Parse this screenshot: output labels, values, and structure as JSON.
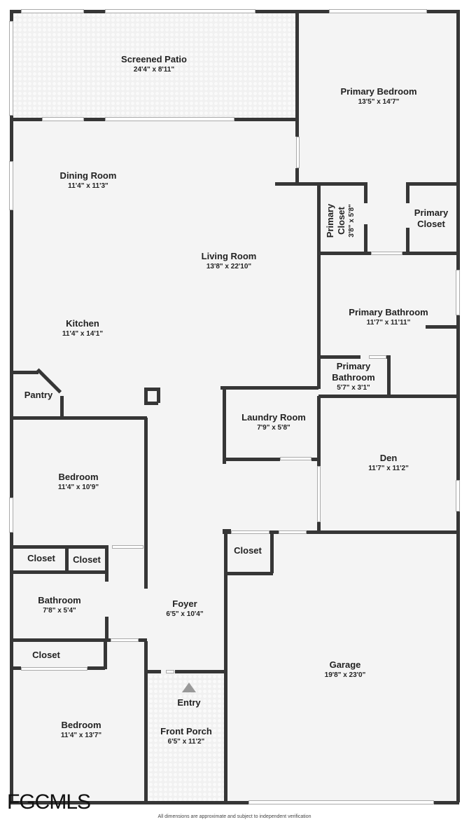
{
  "rooms": {
    "patio": {
      "name": "Screened Patio",
      "dims": "24'4\" x 8'11\""
    },
    "primary_bedroom": {
      "name": "Primary Bedroom",
      "dims": "13'5\" x 14'7\""
    },
    "dining": {
      "name": "Dining Room",
      "dims": "11'4\" x 11'3\""
    },
    "living": {
      "name": "Living Room",
      "dims": "13'8\" x 22'10\""
    },
    "primary_closet_1": {
      "name1": "Primary",
      "name2": "Closet",
      "dims": "3'8\" x 5'8\""
    },
    "primary_closet_2": {
      "name1": "Primary",
      "name2": "Closet"
    },
    "primary_bath": {
      "name": "Primary Bathroom",
      "dims": "11'7\" x 11'11\""
    },
    "kitchen": {
      "name": "Kitchen",
      "dims": "11'4\" x 14'1\""
    },
    "primary_bath_2": {
      "name1": "Primary",
      "name2": "Bathroom",
      "dims": "5'7\" x 3'1\""
    },
    "pantry": {
      "name": "Pantry"
    },
    "laundry": {
      "name": "Laundry Room",
      "dims": "7'9\" x 5'8\""
    },
    "den": {
      "name": "Den",
      "dims": "11'7\" x 11'2\""
    },
    "bedroom_1": {
      "name": "Bedroom",
      "dims": "11'4\" x 10'9\""
    },
    "closet_a": {
      "name": "Closet"
    },
    "closet_b": {
      "name": "Closet"
    },
    "closet_c": {
      "name": "Closet"
    },
    "bathroom": {
      "name": "Bathroom",
      "dims": "7'8\" x 5'4\""
    },
    "foyer": {
      "name": "Foyer",
      "dims": "6'5\" x 10'4\""
    },
    "closet_d": {
      "name": "Closet"
    },
    "garage": {
      "name": "Garage",
      "dims": "19'8\" x 23'0\""
    },
    "entry": {
      "name": "Entry"
    },
    "front_porch": {
      "name": "Front Porch",
      "dims": "6'5\" x 11'2\""
    },
    "bedroom_2": {
      "name": "Bedroom",
      "dims": "11'4\" x 13'7\""
    }
  },
  "logo": "FGCMLS",
  "disclaimer": "All dimensions are approximate and subject to independent verification"
}
